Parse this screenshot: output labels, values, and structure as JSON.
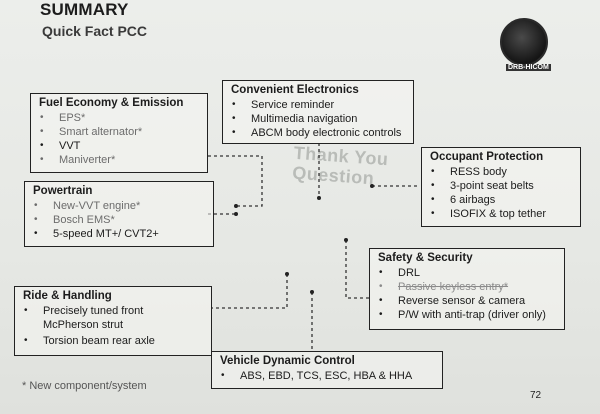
{
  "header": {
    "title": "SUMMARY",
    "subtitle": "Quick Fact PCC"
  },
  "ghost_text": {
    "line1": "Thank You",
    "line2": "Question"
  },
  "boxes": {
    "convenient": {
      "title": "Convenient Electronics",
      "items": [
        "Service reminder",
        "Multimedia navigation",
        "ABCM body electronic controls"
      ]
    },
    "fuel": {
      "title": "Fuel Economy & Emission",
      "items": [
        "EPS*",
        "Smart alternator*",
        "VVT",
        "Maniverter*"
      ]
    },
    "powertrain": {
      "title": "Powertrain",
      "items": [
        "New-VVT engine*",
        "Bosch EMS*",
        "5-speed MT+/ CVT2+"
      ]
    },
    "occupant": {
      "title": "Occupant Protection",
      "items": [
        "RESS body",
        "3-point seat belts",
        "6 airbags",
        "ISOFIX & top tether"
      ]
    },
    "safety": {
      "title": "Safety & Security",
      "items": [
        "DRL",
        "Passive keyless entry*",
        "Reverse sensor & camera",
        "P/W with anti-trap (driver only)"
      ]
    },
    "ride": {
      "title": "Ride & Handling",
      "items": [
        "Precisely tuned front McPherson strut",
        "Torsion beam rear axle"
      ]
    },
    "vdc": {
      "title": "Vehicle Dynamic Control",
      "items": [
        "ABS, EBD, TCS, ESC, HBA & HHA"
      ]
    }
  },
  "footnote": "* New component/system",
  "page_number": "72"
}
